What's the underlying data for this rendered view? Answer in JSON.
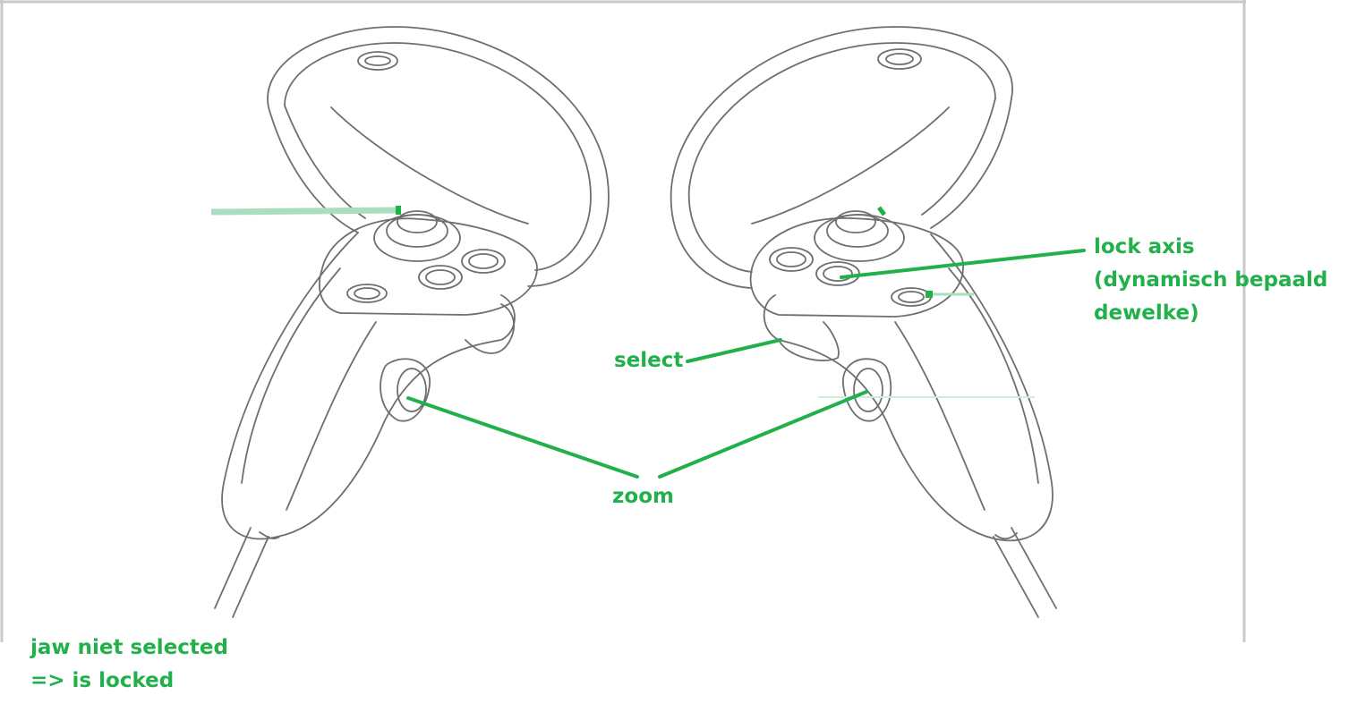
{
  "colors": {
    "accent": "#22b04b",
    "outline": "#6f6f6f",
    "border": "#c8c8c8"
  },
  "labels": {
    "lock_axis": [
      "lock axis",
      "(dynamisch bepaald",
      "dewelke)"
    ],
    "select": "select",
    "zoom": "zoom",
    "jaw": [
      "jaw niet selected",
      "=> is locked"
    ]
  },
  "icons": {
    "left_controller": "vr-controller-left-icon",
    "right_controller": "vr-controller-right-icon"
  }
}
